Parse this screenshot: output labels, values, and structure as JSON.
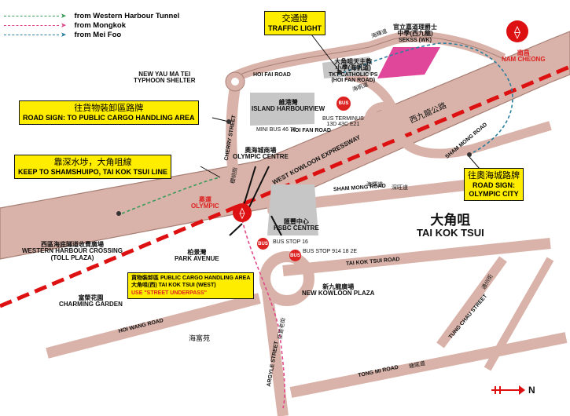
{
  "legend": [
    {
      "text": "from Western Harbour Tunnel",
      "color": "#3a9a5a"
    },
    {
      "text": "from Mongkok",
      "color": "#e0488a"
    },
    {
      "text": "from Mei Foo",
      "color": "#2b7fa0"
    }
  ],
  "boxes": {
    "traffic": {
      "zh": "交通燈",
      "en": "TRAFFIC LIGHT"
    },
    "cargo": {
      "zh": "往貨物裝卸區路牌",
      "en": "ROAD SIGN: TO PUBLIC CARGO HANDLING AREA"
    },
    "keep": {
      "zh": "靠深水埗，大角咀線",
      "en": "KEEP TO SHAMSHUIPO, TAI KOK TSUI LINE"
    },
    "olympic_city": {
      "zh": "往奧海城路牌",
      "en1": "ROAD SIGN:",
      "en2": "OLYMPIC CITY"
    },
    "underpass": {
      "l1": "貨物裝卸區 PUBLIC CARGO HANDLING AREA",
      "l2": "大角咀(西) TAI KOK TSUI (WEST)",
      "l3": "USE \"STREET UNDERPASS\""
    }
  },
  "stations": {
    "nam_cheong": {
      "zh": "南昌",
      "en": "NAM CHEONG"
    },
    "olympic": {
      "zh": "奧運",
      "en": "OLYMPIC"
    }
  },
  "places": {
    "new_yau_ma_tei": {
      "l1": "NEW YAU MA TEI",
      "l2": "TYPHOON SHELTER"
    },
    "island_harbourview": {
      "zh": "維港灣",
      "en": "ISLAND HARBOURVIEW"
    },
    "olympic_centre": {
      "zh": "奧海城商場",
      "en": "OLYMPIC CENTRE"
    },
    "hsbc_centre": {
      "zh": "匯豐中心",
      "en": "HSBC CENTRE"
    },
    "park_avenue": {
      "zh": "柏景灣",
      "en": "PARK AVENUE"
    },
    "charming_garden": {
      "zh": "富榮花園",
      "en": "CHARMING GARDEN"
    },
    "new_kowloon_plaza": {
      "zh": "新九龍廣場",
      "en": "NEW KOWLOON PLAZA"
    },
    "tai_kok_tsui": {
      "zh": "大角咀",
      "en": "TAI KOK TSUI"
    },
    "whc": {
      "zh": "西區海底隧道收費廣場",
      "l1": "WESTERN HARBOUR CROSSING",
      "l2": "(TOLL PLAZA)"
    },
    "hoi_fai_mansion": {
      "zh": "海富苑"
    },
    "sekss": {
      "zh1": "官立嘉道理爵士",
      "zh2": "中學(西九龍)",
      "en": "SEKSS (WK)"
    },
    "tkt_catholic": {
      "zh1": "大角咀天主教",
      "zh2": "小學(海帆道)",
      "en1": "TKT CATHOLIC PS",
      "en2": "(HOI FAN ROAD)"
    }
  },
  "roads": {
    "hoi_fai_road": "HOI FAI ROAD",
    "hoi_fan_road": "HOI FAN ROAD",
    "cherry_street": "CHERRY STREET",
    "cherry_zh": "櫻桃街",
    "wkh_en": "WEST KOWLOON EXPRESSWAY",
    "wkh_zh": "西九龍公路",
    "sham_mong_en": "SHAM MONG ROAD",
    "sham_mong_zh": "深旺道",
    "sham_mong_en2": "SHAM MONG ROAD",
    "tkt_road": "TAI KOK TSUI ROAD",
    "argyle": "ARGYLE STREET",
    "argyle_zh": "亞皆老街",
    "hoi_wang": "HOI WANG ROAD",
    "tung_chau": "TUNG CHAU STREET",
    "tong_mi": "TONG MI ROAD",
    "tong_mi_zh": "塘尾道",
    "hoi_fan_zh": "海帆道",
    "hoi_fai_zh": "海輝道",
    "tung_chau_zh": "通州街",
    "hoi_fai_zh_top": "海輝道"
  },
  "bus": {
    "label": "BUS",
    "minibus": "MINI BUS 46  70",
    "terminus_l1": "BUS TERMINUS",
    "terminus_l2": "13D  43C  E21",
    "stop16": "BUS STOP 16",
    "stop914": "BUS STOP 914  18  2E"
  },
  "north": "N"
}
